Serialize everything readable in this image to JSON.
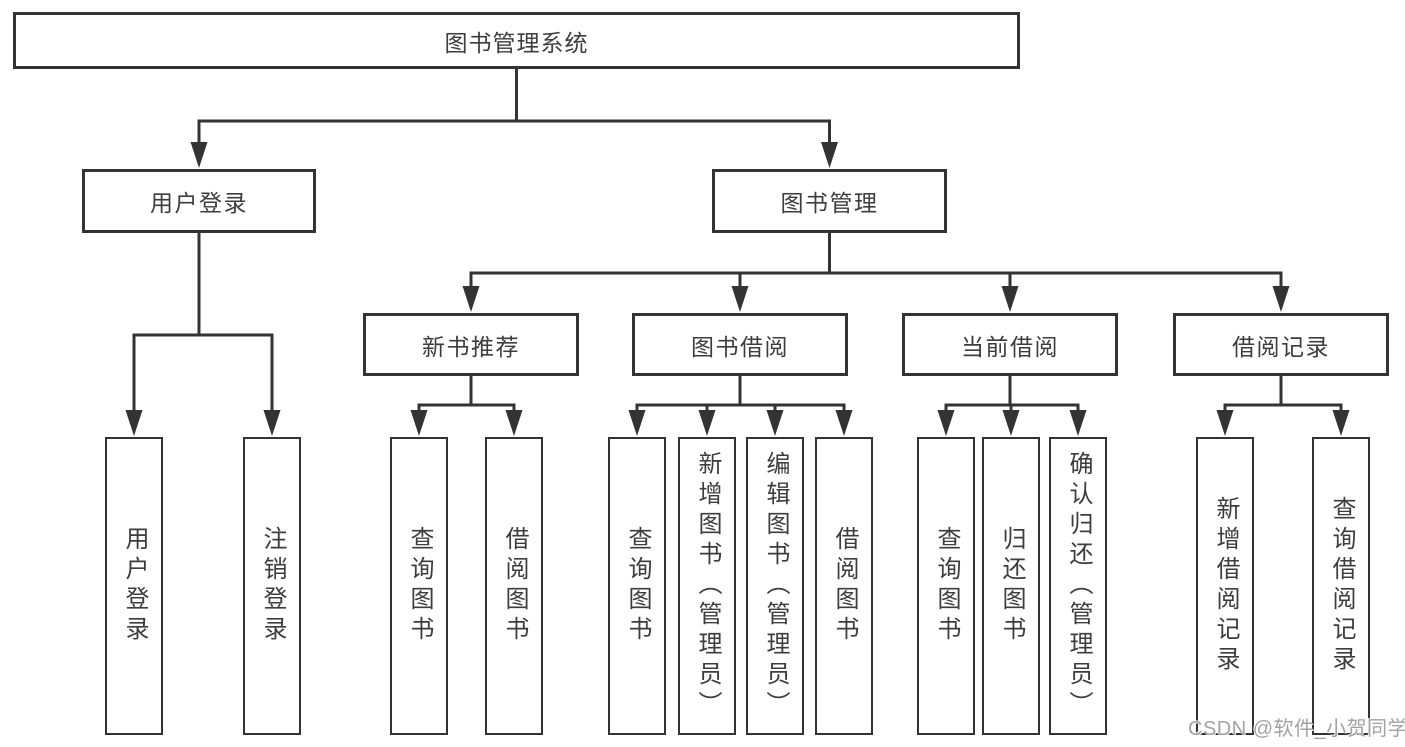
{
  "diagram_title": "图书管理系统",
  "watermark": "CSDN @软件_小贺同学",
  "colors": {
    "line": "#333333",
    "text": "#3d3d3d",
    "box_background": "#ffffff",
    "watermark": "#a3a3a3",
    "background": "#ffffff"
  },
  "tree": {
    "root": {
      "label": "图书管理系统",
      "children": [
        {
          "label": "用户登录",
          "children": [
            {
              "label": "用户登录"
            },
            {
              "label": "注销登录"
            }
          ]
        },
        {
          "label": "图书管理",
          "children": [
            {
              "label": "新书推荐",
              "children": [
                {
                  "label": "查询图书"
                },
                {
                  "label": "借阅图书"
                }
              ]
            },
            {
              "label": "图书借阅",
              "children": [
                {
                  "label": "查询图书"
                },
                {
                  "label": "新增图书（管理员）"
                },
                {
                  "label": "编辑图书（管理员）"
                },
                {
                  "label": "借阅图书"
                }
              ]
            },
            {
              "label": "当前借阅",
              "children": [
                {
                  "label": "查询图书"
                },
                {
                  "label": "归还图书"
                },
                {
                  "label": "确认归还（管理员）"
                }
              ]
            },
            {
              "label": "借阅记录",
              "children": [
                {
                  "label": "新增借阅记录"
                },
                {
                  "label": "查询借阅记录"
                }
              ]
            }
          ]
        }
      ]
    }
  }
}
